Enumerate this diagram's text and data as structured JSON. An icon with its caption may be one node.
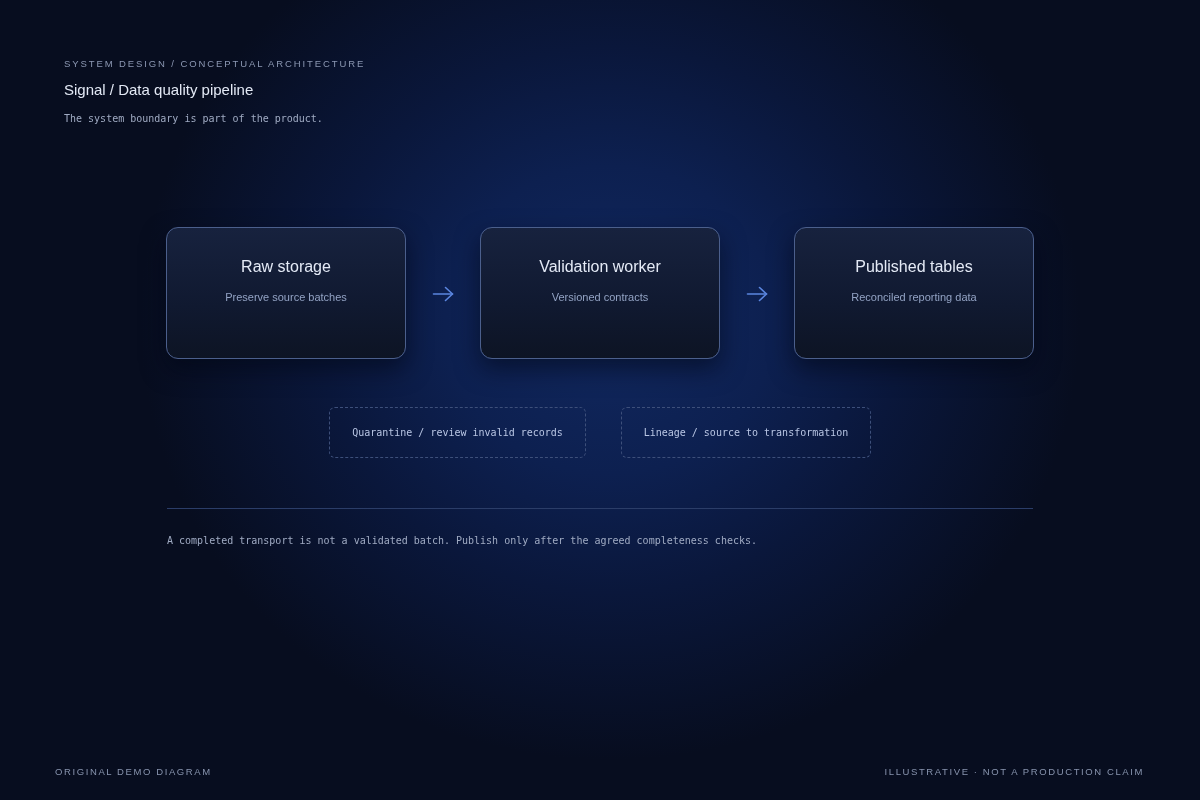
{
  "diagram": {
    "title": "Signal / Data quality pipeline",
    "nodes": [
      {
        "text": [
          "Raw storage",
          "Preserve source batches"
        ]
      },
      {
        "text": [
          "Validation worker",
          "Versioned contracts"
        ]
      },
      {
        "text": [
          "Published tables",
          "Reconciled reporting data"
        ]
      },
      {
        "text": [
          "Quarantine / review invalid records"
        ]
      },
      {
        "text": [
          "Lineage / source to transformation"
        ]
      }
    ],
    "edges": [
      {
        "from": 0,
        "to": 1,
        "arrow": "to"
      },
      {
        "from": 1,
        "to": 2,
        "arrow": "to"
      }
    ],
    "labels": [
      "SYSTEM DESIGN / CONCEPTUAL ARCHITECTURE",
      "The system boundary is part of the product.",
      "A completed transport is not a validated batch. Publish only after the agreed completeness checks.",
      "ORIGINAL DEMO DIAGRAM",
      "ILLUSTRATIVE · NOT A PRODUCTION CLAIM"
    ]
  }
}
